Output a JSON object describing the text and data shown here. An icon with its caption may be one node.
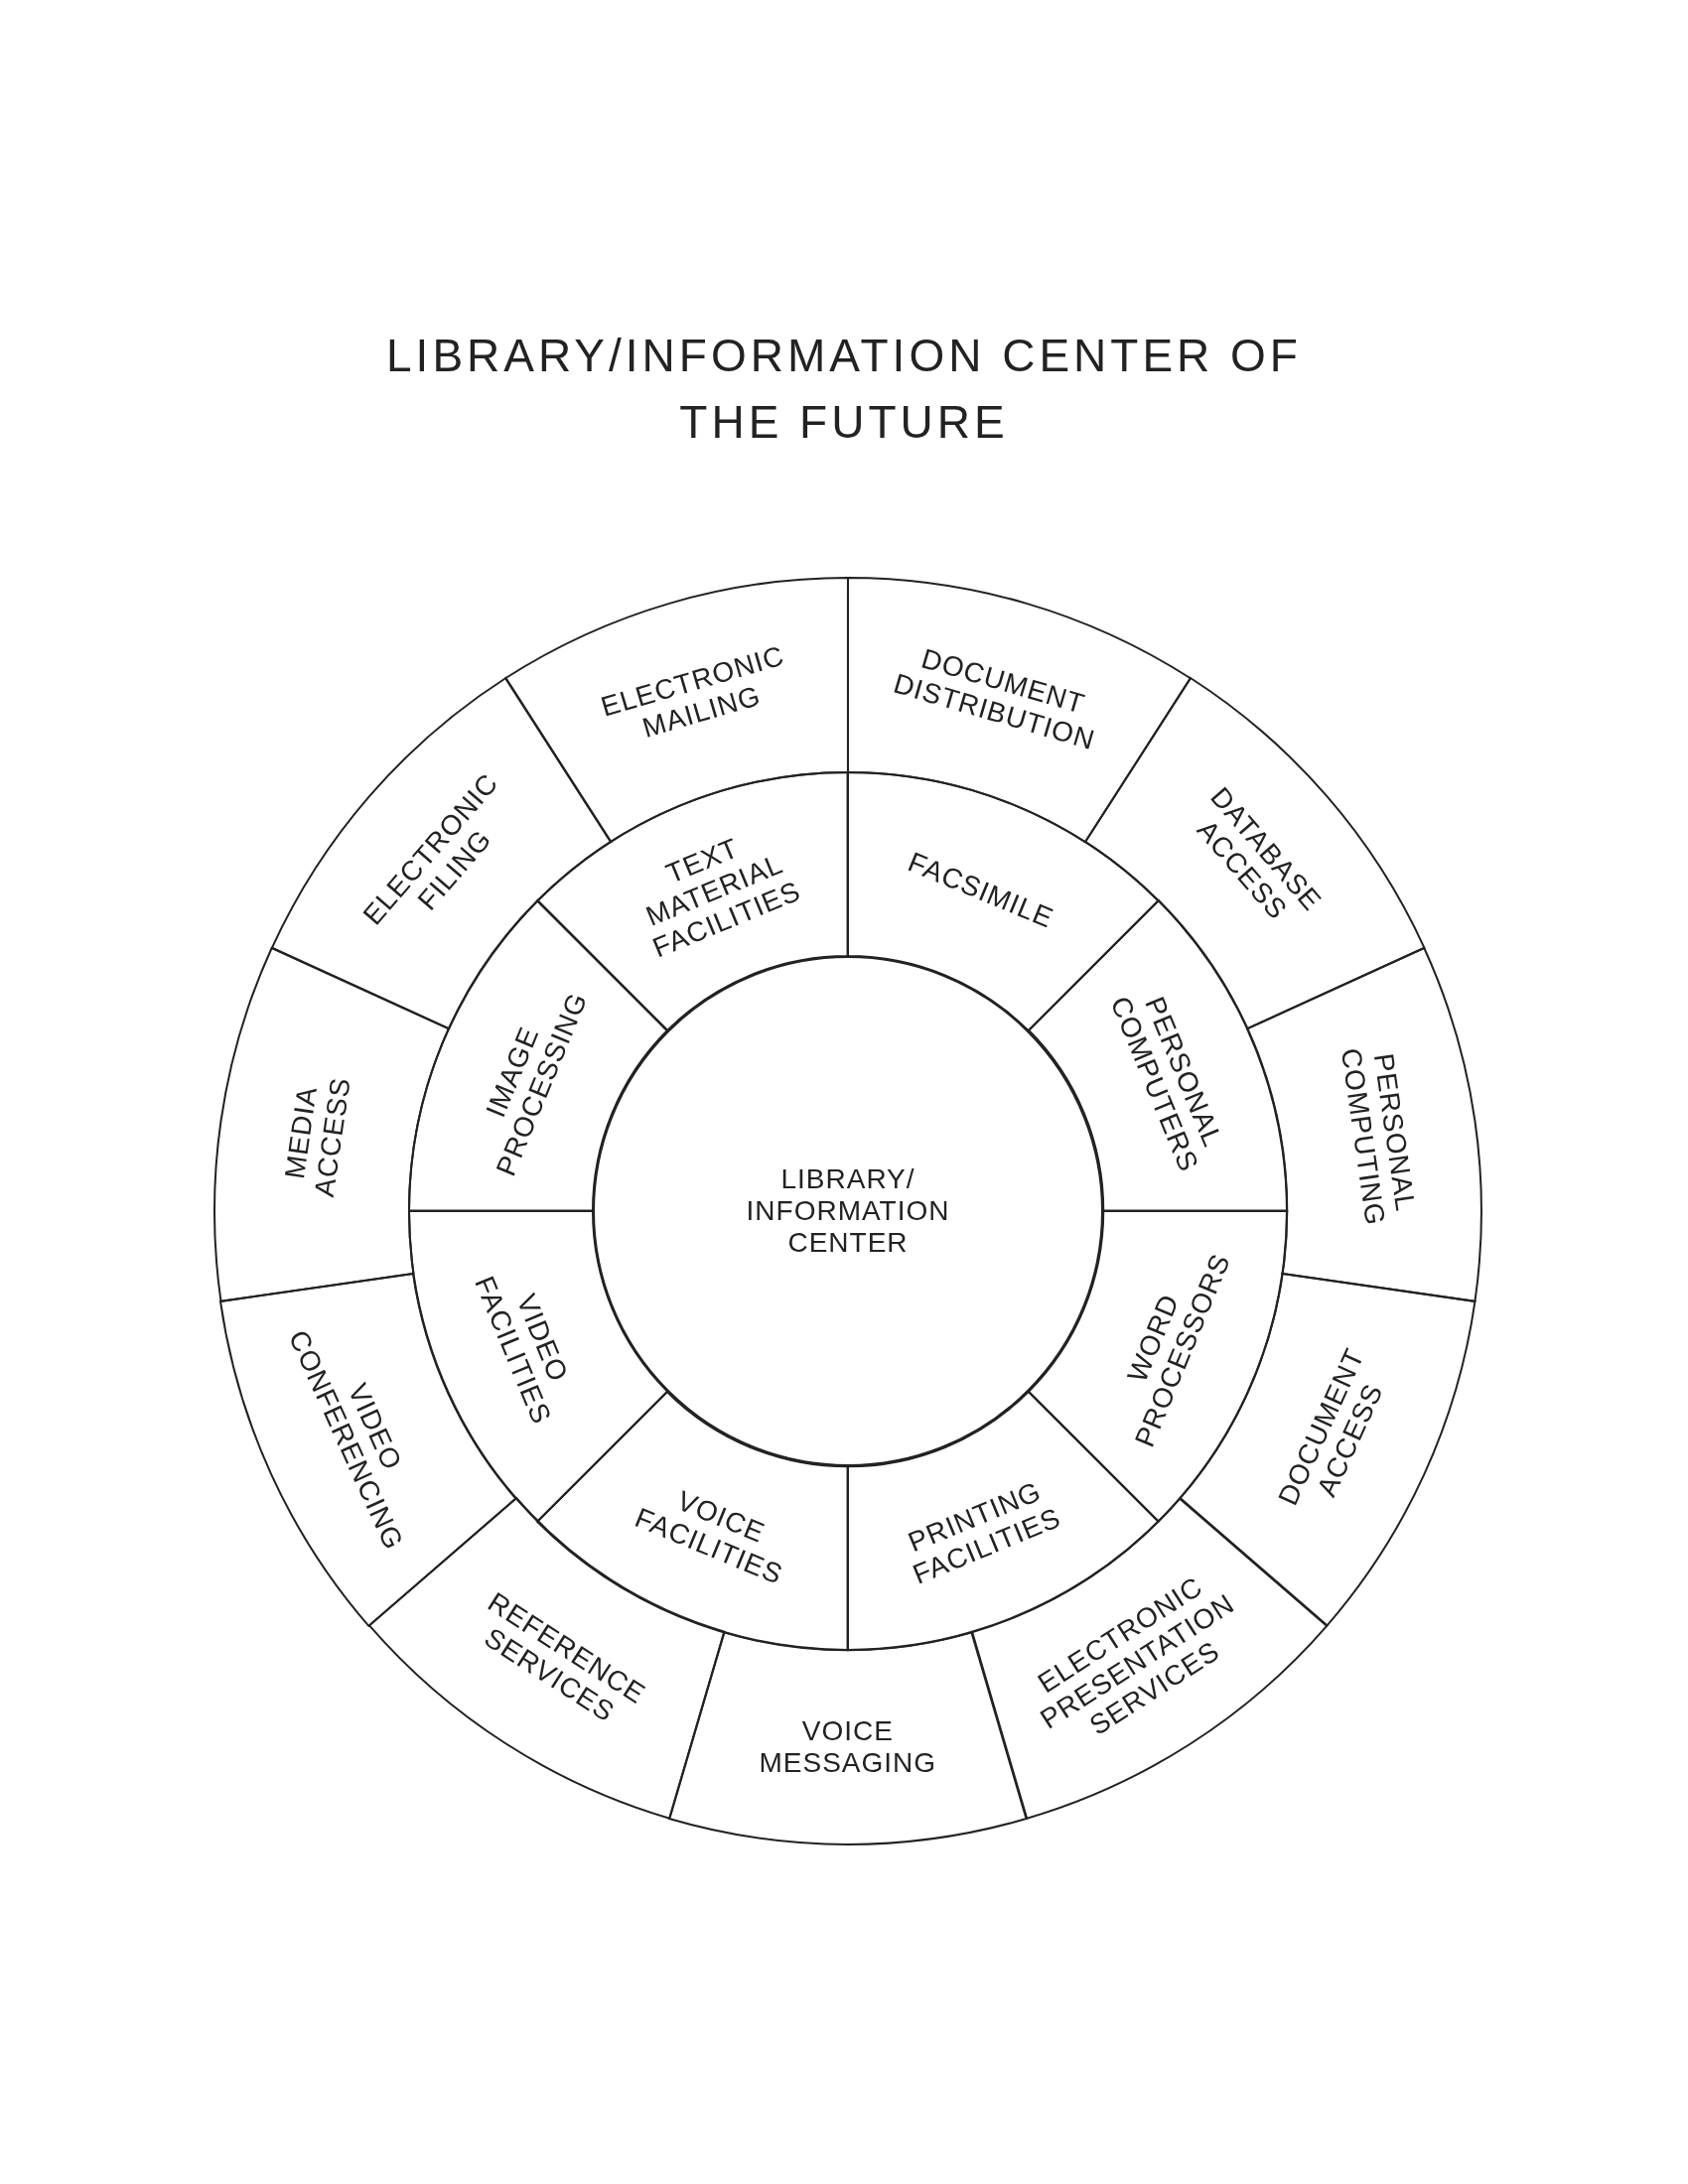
{
  "diagram": {
    "title": "LIBRARY/INFORMATION CENTER OF THE FUTURE",
    "nodes": [
      {
        "text": [
          "LIBRARY/ INFORMATION CENTER"
        ]
      },
      {
        "text": [
          "FACSIMILE"
        ]
      },
      {
        "text": [
          "PERSONAL COMPUTERS"
        ]
      },
      {
        "text": [
          "WORD PROCESSORS"
        ]
      },
      {
        "text": [
          "PRINTING FACILITIES"
        ]
      },
      {
        "text": [
          "VOICE FACILITIES"
        ]
      },
      {
        "text": [
          "VIDEO FACILITIES"
        ]
      },
      {
        "text": [
          "IMAGE PROCESSING"
        ]
      },
      {
        "text": [
          "TEXT MATERIAL FACILITIES"
        ]
      },
      {
        "text": [
          "DOCUMENT DISTRIBUTION"
        ]
      },
      {
        "text": [
          "DATABASE ACCESS"
        ]
      },
      {
        "text": [
          "PERSONAL COMPUTING"
        ]
      },
      {
        "text": [
          "DOCUMENT ACCESS"
        ]
      },
      {
        "text": [
          "ELECTRONIC PRESENTATION SERVICES"
        ]
      },
      {
        "text": [
          "VOICE MESSAGING"
        ]
      },
      {
        "text": [
          "REFERENCE SERVICES"
        ]
      },
      {
        "text": [
          "VIDEO CONFERENCING"
        ]
      },
      {
        "text": [
          "MEDIA ACCESS"
        ]
      },
      {
        "text": [
          "ELECTRONIC FILING"
        ]
      },
      {
        "text": [
          "ELECTRONIC MAILING"
        ]
      }
    ]
  }
}
